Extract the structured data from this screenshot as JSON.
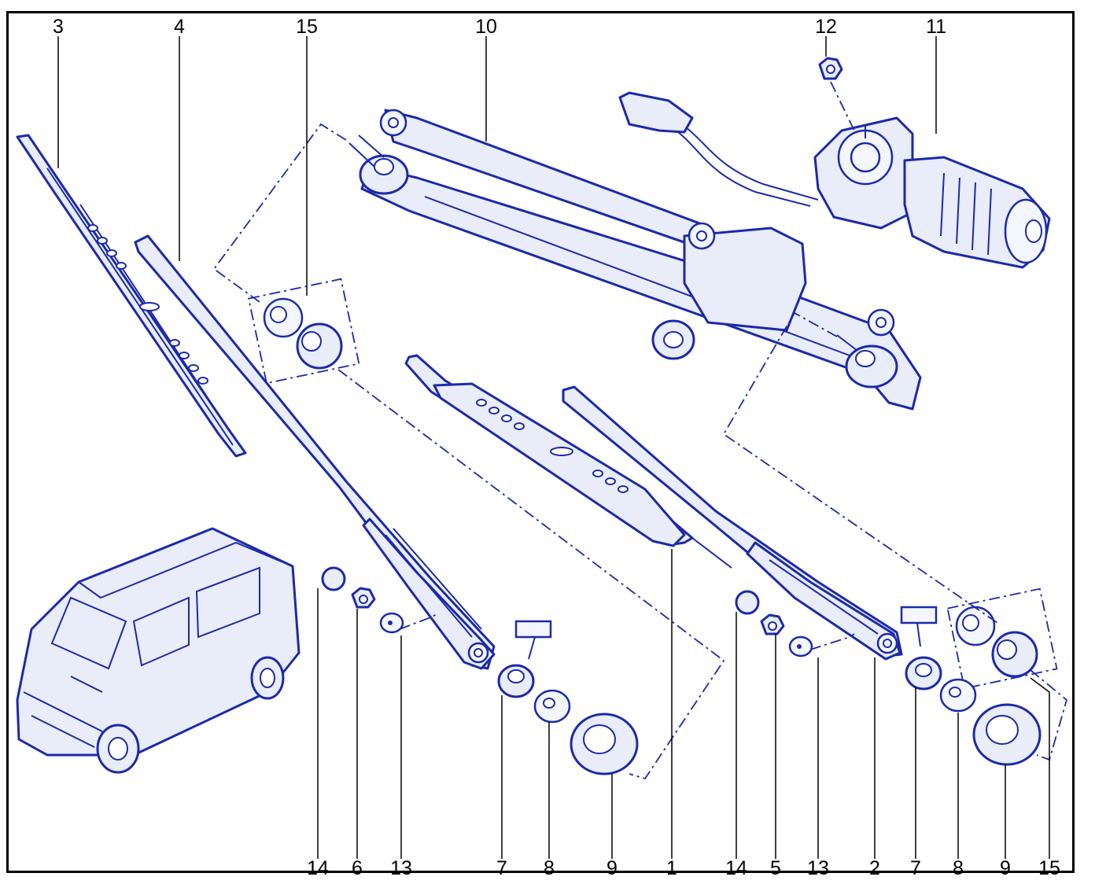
{
  "callouts": {
    "top": [
      "3",
      "4",
      "15",
      "10",
      "12",
      "11"
    ],
    "bottom": [
      "14",
      "6",
      "13",
      "7",
      "8",
      "9",
      "1",
      "14",
      "5",
      "13",
      "2",
      "7",
      "8",
      "9",
      "15"
    ]
  },
  "colors": {
    "line": "#1c2aa8",
    "fill": "#e9ecf9",
    "frame": "#000000"
  },
  "icons": [
    "wiper-blade-icon",
    "wiper-arm-icon",
    "linkage-icon",
    "wiper-motor-icon",
    "van-icon",
    "nut-icon",
    "washer-icon",
    "grommet-icon"
  ]
}
